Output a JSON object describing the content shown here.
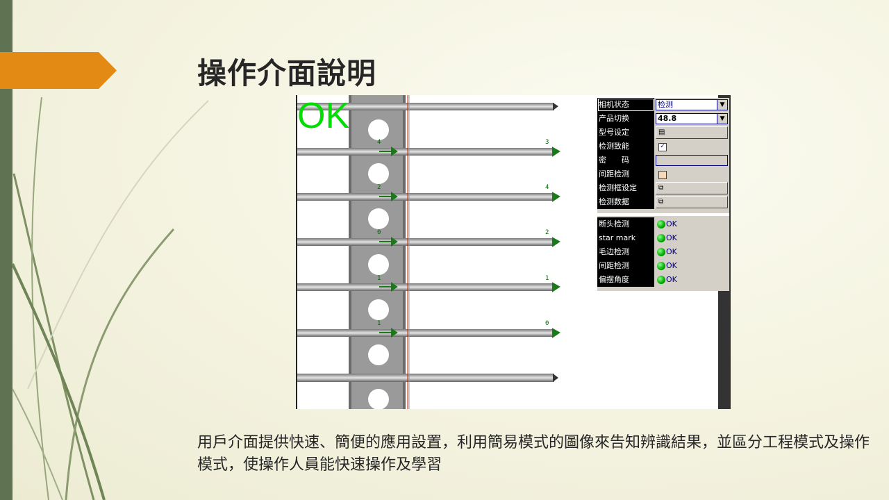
{
  "slide": {
    "title": "操作介面說明",
    "caption": "用戶介面提供快速、簡便的應用設置，利用簡易模式的圖像來告知辨識結果，並區分工程模式及操作模式，使操作人員能快速操作及學習"
  },
  "camera_view": {
    "result_text": "OK",
    "left_markers": [
      "4",
      "2",
      "0",
      "1",
      "1"
    ],
    "right_markers": [
      "3",
      "4",
      "2",
      "1",
      "0"
    ]
  },
  "settings_panel": {
    "rows": [
      {
        "label": "相机状态",
        "value": "检测",
        "kind": "dropdown"
      },
      {
        "label": "产品切换",
        "value": "48.8",
        "kind": "dropdown"
      },
      {
        "label": "型号设定",
        "value": "",
        "kind": "button",
        "icon": "save-icon"
      },
      {
        "label": "检测致能",
        "value": "checked",
        "kind": "checkbox"
      },
      {
        "label": "密　　码",
        "value": "",
        "kind": "password"
      },
      {
        "label": "间距检测",
        "value": "unchecked",
        "kind": "checkbox"
      },
      {
        "label": "检测框设定",
        "value": "",
        "kind": "button",
        "icon": "windows-icon"
      },
      {
        "label": "检测数据",
        "value": "",
        "kind": "button",
        "icon": "windows-icon"
      }
    ],
    "status_rows": [
      {
        "label": "断头检测",
        "status": "OK"
      },
      {
        "label": "star mark",
        "status": "OK"
      },
      {
        "label": "毛边检测",
        "status": "OK"
      },
      {
        "label": "间距检测",
        "status": "OK"
      },
      {
        "label": "偏摆角度",
        "status": "OK"
      }
    ]
  },
  "colors": {
    "sidebar": "#5f7352",
    "accent": "#e38a14",
    "ok_green": "#00dd00",
    "panel_bg": "#d4d0c8"
  }
}
